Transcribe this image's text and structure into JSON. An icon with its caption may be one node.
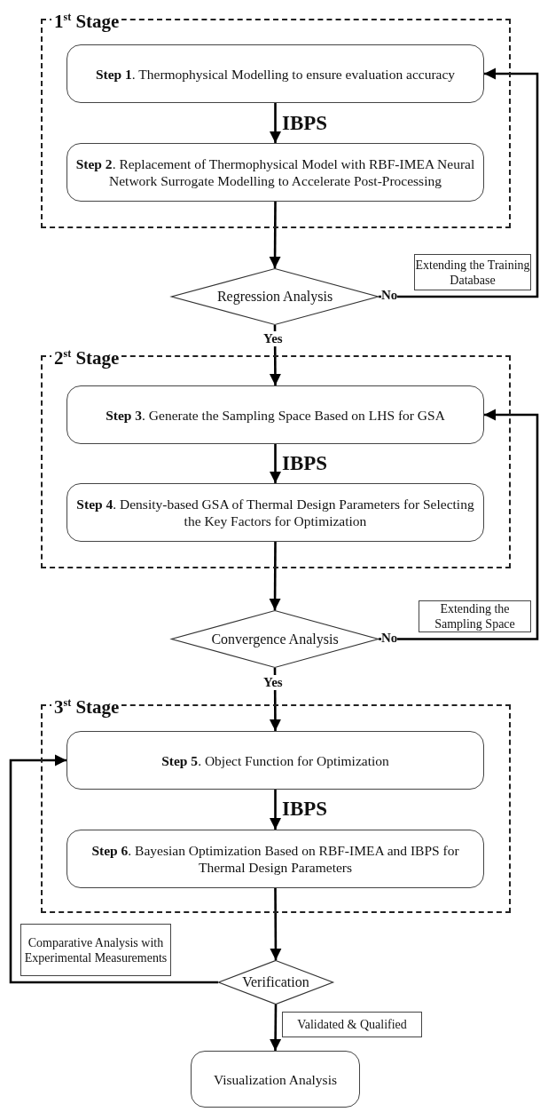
{
  "diagram": {
    "nodes": [
      {
        "text": [
          "1$^{st}$ Stage"
        ]
      },
      {
        "text": [
          "**Step 1**. Thermophysical Modelling to ensure evaluation accuracy"
        ],
        "in": 0
      },
      {
        "text": [
          "**Step 2**. Replacement of Thermophysical Model with RBF-IMEA Neural Network Surrogate Modelling to Accelerate Post-Processing"
        ],
        "in": 0
      },
      {
        "text": [
          "Regression Analysis"
        ]
      },
      {
        "text": [
          "2$^{st}$ Stage"
        ]
      },
      {
        "text": [
          "**Step 3**. Generate the Sampling Space Based on LHS for GSA"
        ],
        "in": 4
      },
      {
        "text": [
          "**Step 4**. Density-based GSA of Thermal Design Parameters for Selecting the Key Factors for Optimization"
        ],
        "in": 4
      },
      {
        "text": [
          "Convergence Analysis"
        ]
      },
      {
        "text": [
          "3$^{st}$ Stage"
        ]
      },
      {
        "text": [
          "**Step 5**. Object Function for Optimization"
        ],
        "in": 8
      },
      {
        "text": [
          "**Step 6**. Bayesian Optimization Based on RBF-IMEA and IBPS for Thermal Design Parameters"
        ],
        "in": 8
      },
      {
        "text": [
          "Verification"
        ]
      },
      {
        "text": [
          "Visualization Analysis"
        ]
      },
      {
        "text": [
          "Extending the Training Database"
        ]
      },
      {
        "text": [
          "Extending the Sampling Space"
        ]
      },
      {
        "text": [
          "Comparative Analysis with Experimental Measurements"
        ]
      },
      {
        "text": [
          "Validated & Qualified"
        ]
      }
    ],
    "edges": [
      {
        "from": 1,
        "to": 2,
        "arrow": "to",
        "label": "IBPS"
      },
      {
        "from": 2,
        "to": 3,
        "arrow": "to"
      },
      {
        "from": 3,
        "to": 1,
        "arrow": "to",
        "label": "No"
      },
      {
        "from": 3,
        "to": 5,
        "arrow": "to",
        "label": "Yes"
      },
      {
        "from": 5,
        "to": 6,
        "arrow": "to",
        "label": "IBPS"
      },
      {
        "from": 6,
        "to": 7,
        "arrow": "to"
      },
      {
        "from": 7,
        "to": 5,
        "arrow": "to",
        "label": "No"
      },
      {
        "from": 7,
        "to": 9,
        "arrow": "to",
        "label": "Yes"
      },
      {
        "from": 9,
        "to": 10,
        "arrow": "to",
        "label": "IBPS"
      },
      {
        "from": 10,
        "to": 11,
        "arrow": "to"
      },
      {
        "from": 11,
        "to": 9,
        "arrow": "to"
      },
      {
        "from": 11,
        "to": 12,
        "arrow": "to"
      }
    ]
  }
}
